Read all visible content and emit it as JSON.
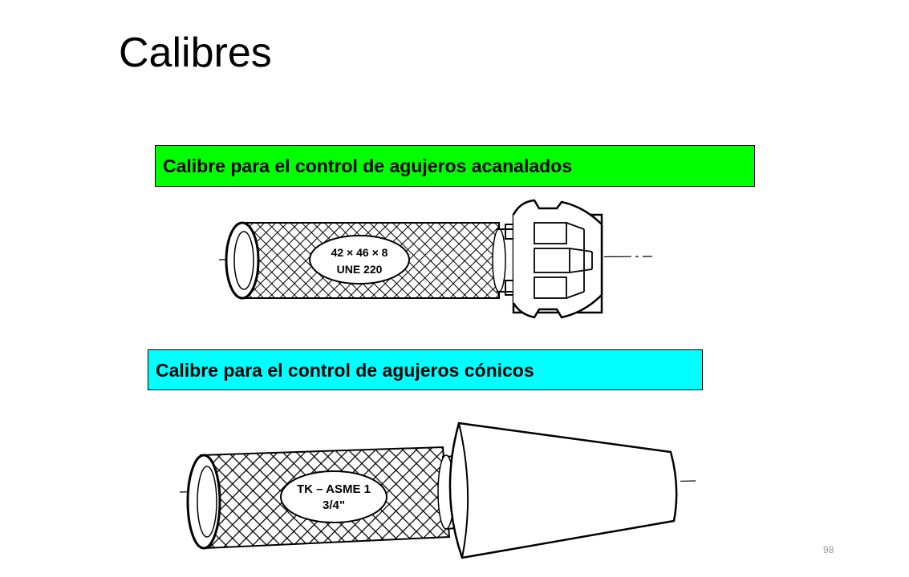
{
  "slide": {
    "title": "Calibres",
    "page_number": "98"
  },
  "splined_gauge": {
    "caption": "Calibre para el control de agujeros acanalados",
    "caption_color": "#00ff00",
    "marking_line1": "42 × 46 × 8",
    "marking_line2": "UNE 220"
  },
  "conical_gauge": {
    "caption": "Calibre para el control de agujeros cónicos",
    "caption_color": "#00ffff",
    "marking_line1": "TK – ASME 1",
    "marking_line2": "3/4\""
  }
}
